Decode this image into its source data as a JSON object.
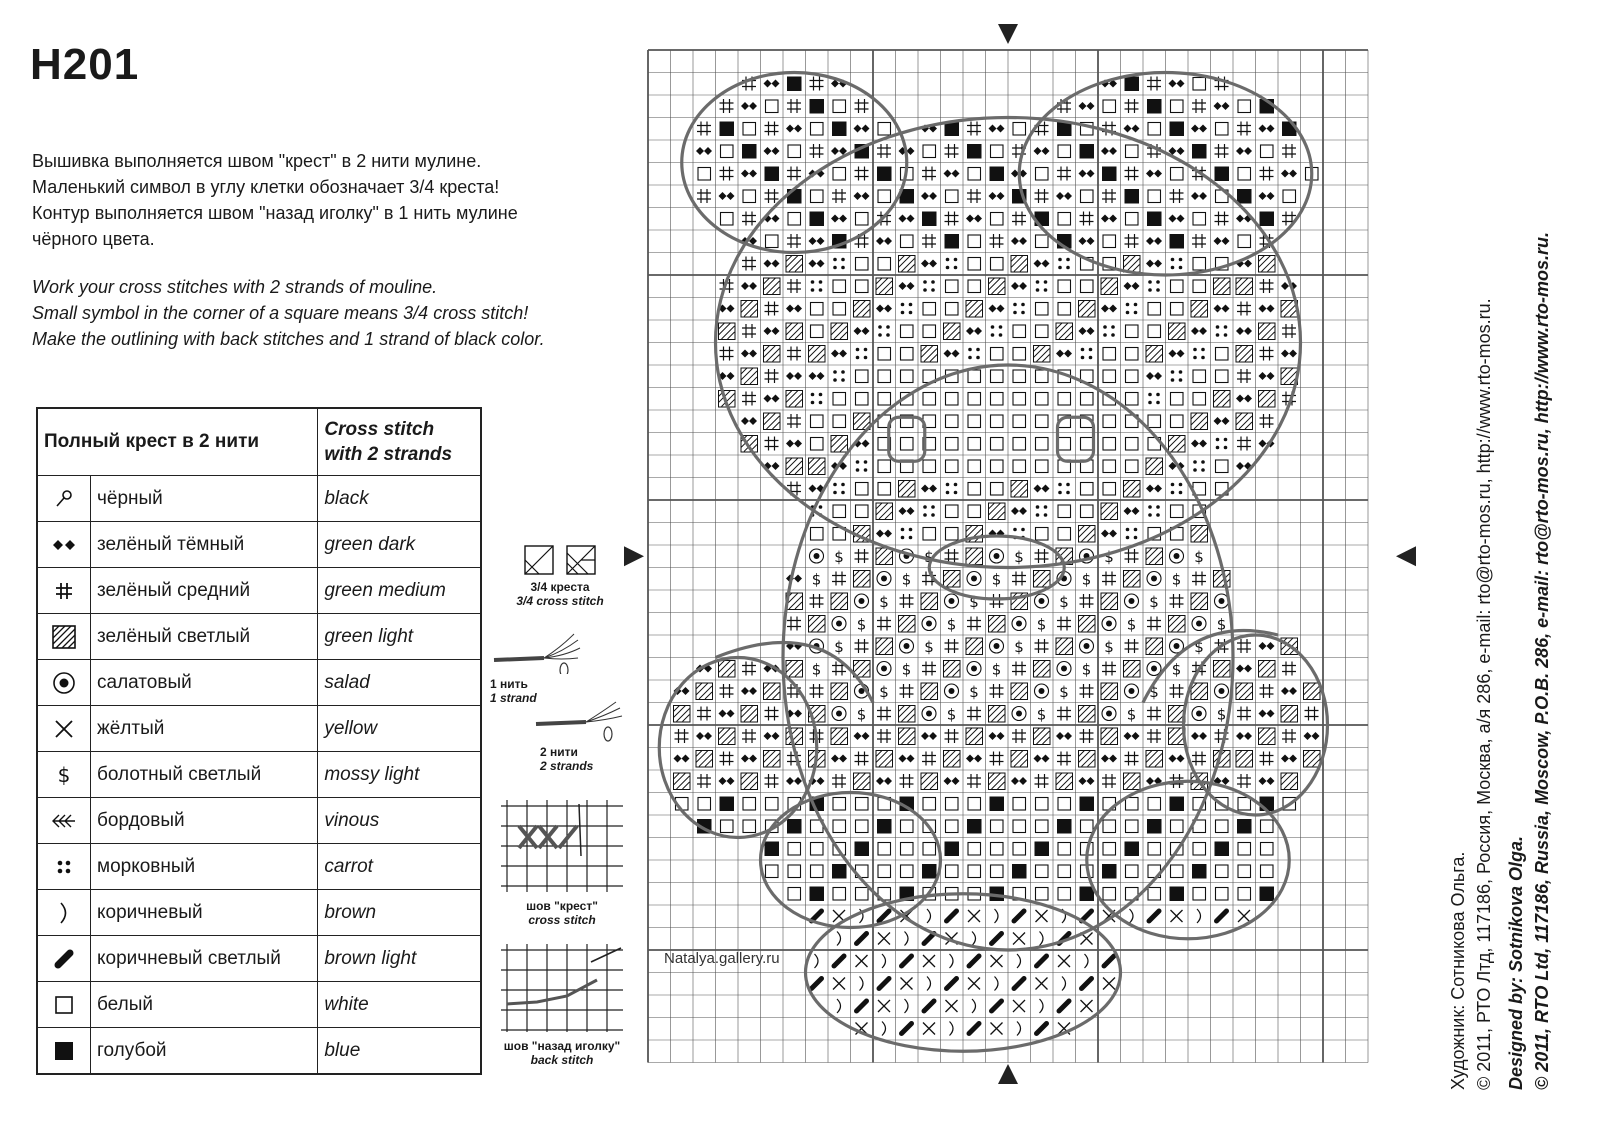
{
  "pattern_code": "H201",
  "instructions_ru": [
    "Вышивка выполняется швом \"крест\" в 2 нити мулине.",
    "Маленький символ в углу клетки обозначает 3/4 креста!",
    "Контур выполняется швом \"назад иголку\" в 1 нить мулине",
    "чёрного цвета."
  ],
  "instructions_en": [
    "Work your cross stitches with 2 strands of mouline.",
    "Small symbol in the corner of a square means 3/4 cross stitch!",
    "Make the outlining with back stitches and 1 strand of black color."
  ],
  "key": {
    "header_ru": "Полный крест в 2 нити",
    "header_en_line1": "Cross stitch",
    "header_en_line2": "with 2 strands",
    "rows": [
      {
        "icon": "pin-icon",
        "ru": "чёрный",
        "en": "black"
      },
      {
        "icon": "double-diamond-icon",
        "ru": "зелёный тёмный",
        "en": "green dark"
      },
      {
        "icon": "hash-icon",
        "ru": "зелёный средний",
        "en": "green medium"
      },
      {
        "icon": "hatched-square-icon",
        "ru": "зелёный светлый",
        "en": "green light"
      },
      {
        "icon": "dot-circle-icon",
        "ru": "салатовый",
        "en": "salad"
      },
      {
        "icon": "x-cross-icon",
        "ru": "жёлтый",
        "en": "yellow"
      },
      {
        "icon": "dollar-icon",
        "ru": "болотный светлый",
        "en": "mossy light"
      },
      {
        "icon": "arrow-tail-icon",
        "ru": "бордовый",
        "en": "vinous"
      },
      {
        "icon": "four-dots-icon",
        "ru": "морковный",
        "en": "carrot"
      },
      {
        "icon": "paren-icon",
        "ru": "коричневый",
        "en": "brown"
      },
      {
        "icon": "bar-icon",
        "ru": "коричневый светлый",
        "en": "brown light"
      },
      {
        "icon": "open-square-icon",
        "ru": "белый",
        "en": "white"
      },
      {
        "icon": "filled-square-icon",
        "ru": "голубой",
        "en": "blue"
      }
    ]
  },
  "legend": {
    "three_quarter_ru": "3/4 креста",
    "three_quarter_en": "3/4 cross stitch",
    "one_strand_ru": "1 нить",
    "one_strand_en": "1 strand",
    "two_strands_ru": "2 нити",
    "two_strands_en": "2 strands",
    "cross_stitch_ru": "шов \"крест\"",
    "cross_stitch_en": "cross stitch",
    "back_stitch_ru": "шов \"назад иголку\"",
    "back_stitch_en": "back stitch"
  },
  "watermark": "Natalya.gallery.ru",
  "credits": {
    "artist_ru": "Художник: Сотникова Ольга.",
    "copyright_ru": "© 2011, РТО Лтд, 117186, Россия, Москва, а/я 286, e-mail: rto@rto-mos.ru, http://www.rto-mos.ru.",
    "designer_en": "Designed by: Sotnikova Olga.",
    "copyright_en": "© 2011, RTO Ltd, 117186, Russia, Moscow, P.O.B. 286, e-mail: rto@rto-mos.ru, http://www.rto-mos.ru."
  },
  "colors": {
    "ink": "#1a1a1a",
    "outline": "#6b6b6b",
    "grid": "#555555"
  }
}
